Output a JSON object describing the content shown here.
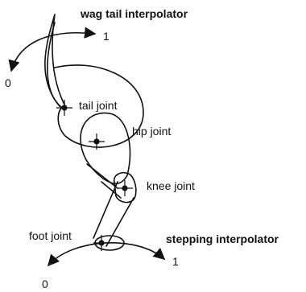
{
  "titles": {
    "wag": "wag tail interpolator",
    "stepping": "stepping interpolator"
  },
  "joints": {
    "tail": "tail joint",
    "hip": "hip joint",
    "knee": "knee joint",
    "foot": "foot joint"
  },
  "range_labels": {
    "wag_start": "0",
    "wag_end": "1",
    "step_start": "0",
    "step_end": "1"
  },
  "colors": {
    "ink": "#111111",
    "background": "#ffffff"
  }
}
